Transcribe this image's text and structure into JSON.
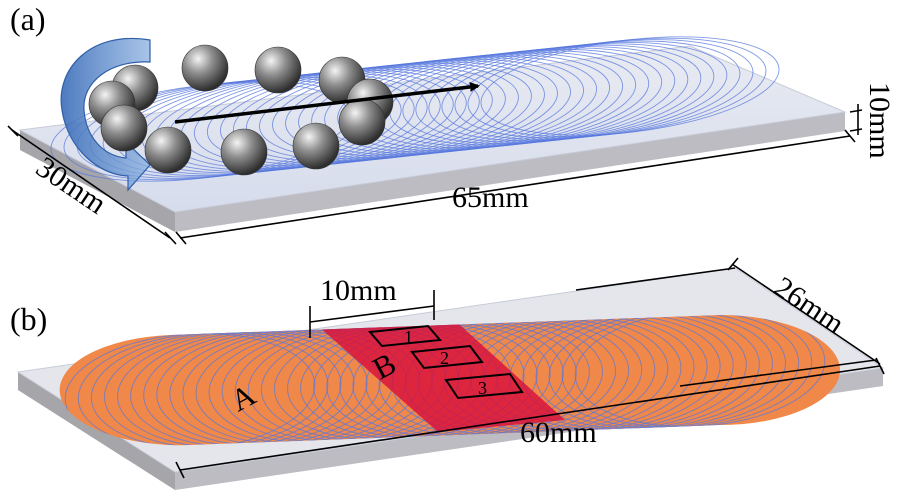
{
  "panel_a": {
    "label": "(a)",
    "dim_width": "30mm",
    "dim_length": "65mm",
    "dim_thickness": "10mm"
  },
  "panel_b": {
    "label": "(b)",
    "dim_region_width": "10mm",
    "dim_width": "26mm",
    "dim_length": "60mm",
    "region_a": "A",
    "region_b": "B",
    "sample_1": "1",
    "sample_2": "2",
    "sample_3": "3"
  },
  "colors": {
    "plate_top": "#dde2ef",
    "plate_side": "#a8a8ac",
    "trace_blue": "#5577dd",
    "orange_fill": "#f0884a",
    "red_fill": "#d8103a",
    "arrow_blue": "#5a8ac8"
  }
}
